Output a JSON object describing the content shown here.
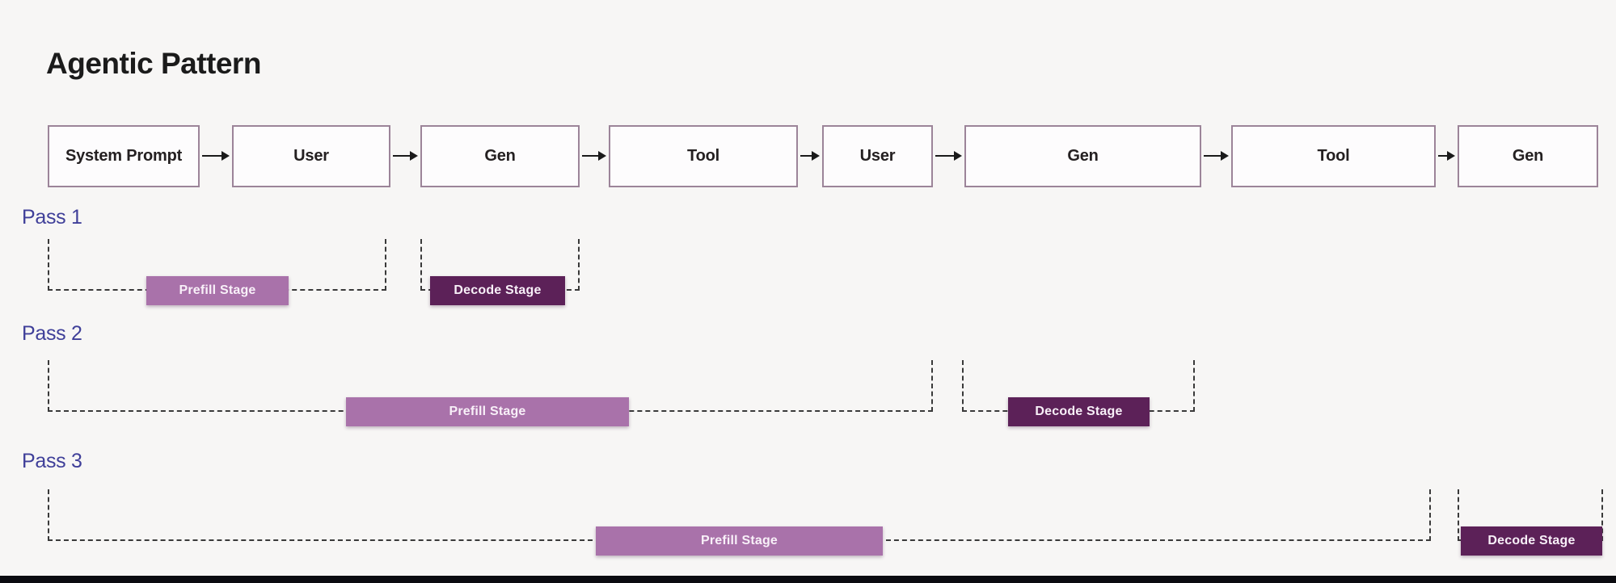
{
  "title": "Agentic Pattern",
  "flow": {
    "boxes": [
      {
        "label": "System Prompt"
      },
      {
        "label": "User"
      },
      {
        "label": "Gen"
      },
      {
        "label": "Tool"
      },
      {
        "label": "User"
      },
      {
        "label": "Gen"
      },
      {
        "label": "Tool"
      },
      {
        "label": "Gen"
      }
    ]
  },
  "passes": [
    {
      "label": "Pass 1",
      "prefill": "Prefill Stage",
      "decode": "Decode Stage"
    },
    {
      "label": "Pass 2",
      "prefill": "Prefill Stage",
      "decode": "Decode Stage"
    },
    {
      "label": "Pass 3",
      "prefill": "Prefill Stage",
      "decode": "Decode Stage"
    }
  ],
  "colors": {
    "prefill_bar": "#a972aa",
    "decode_bar": "#5c2158",
    "pass_label": "#3f3f99",
    "box_border": "#9c8499",
    "dash_line": "#3a3a3a",
    "background": "#f7f6f5",
    "footer_bar": "#0b0b10"
  }
}
